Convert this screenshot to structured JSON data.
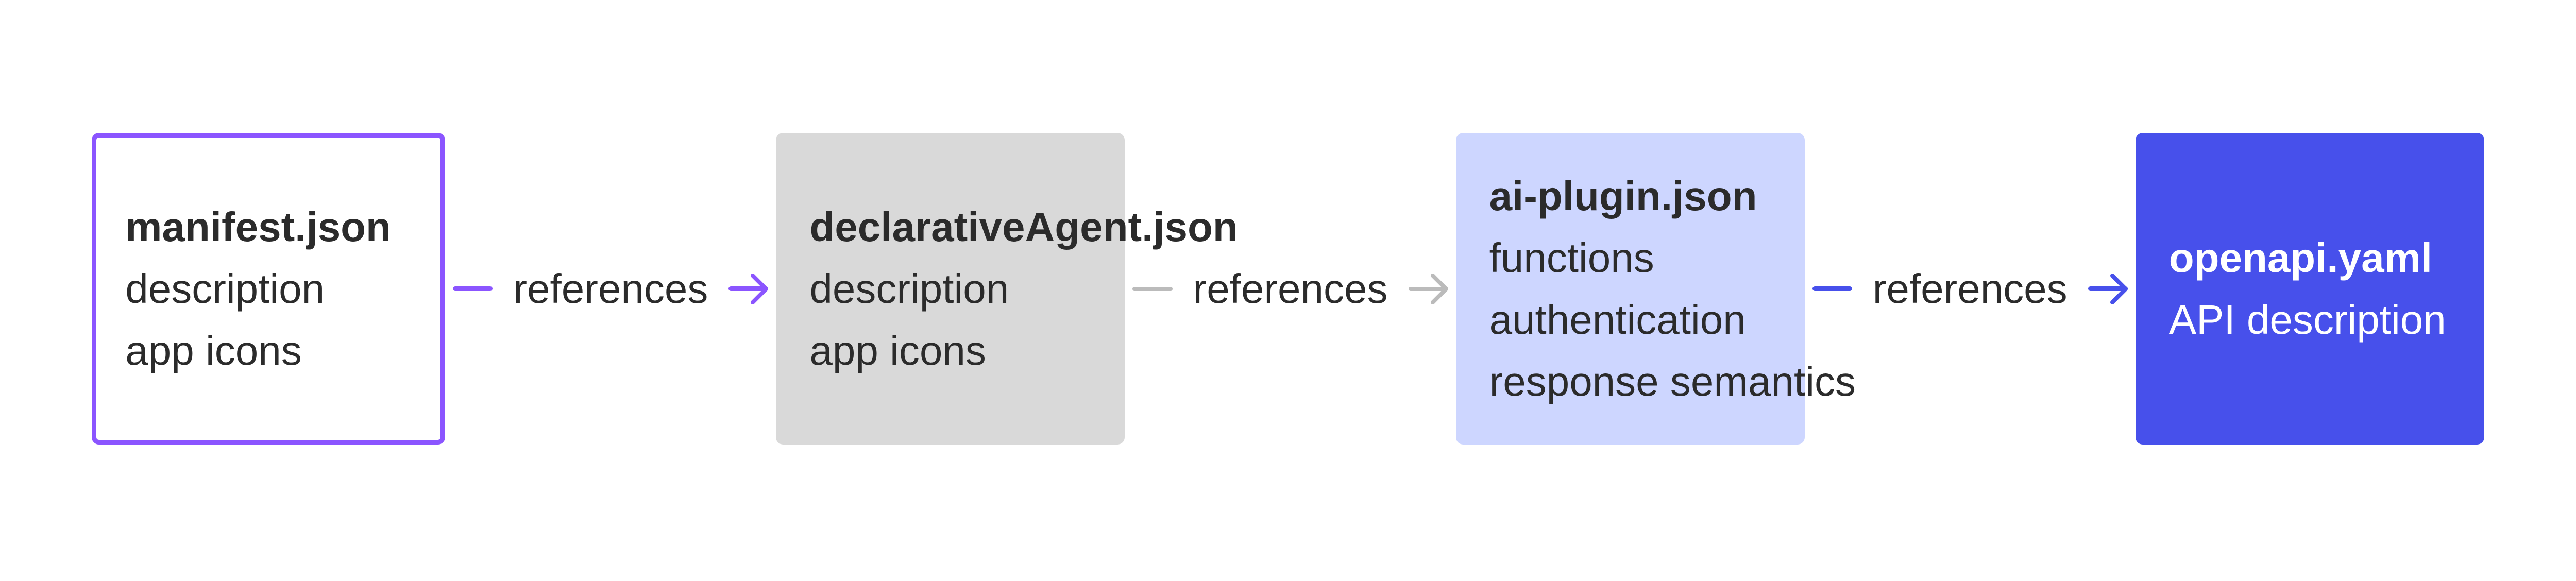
{
  "nodes": [
    {
      "title": "manifest.json",
      "lines": [
        "description",
        "app icons"
      ],
      "style": "white with purple border"
    },
    {
      "title": "declarativeAgent.json",
      "lines": [
        "description",
        "app icons"
      ],
      "fill": "#d9d9d9"
    },
    {
      "title": "ai-plugin.json",
      "lines": [
        "functions",
        "authentication",
        "response semantics"
      ],
      "fill": "#cdd6ff"
    },
    {
      "title": "openapi.yaml",
      "lines": [
        "API description"
      ],
      "fill": "#4750eb"
    }
  ],
  "edges": [
    {
      "from": "manifest.json",
      "to": "declarativeAgent.json",
      "label": "references",
      "color": "#8b55ff"
    },
    {
      "from": "declarativeAgent.json",
      "to": "ai-plugin.json",
      "label": "references",
      "color": "#bbbbbb"
    },
    {
      "from": "ai-plugin.json",
      "to": "openapi.yaml",
      "label": "references",
      "color": "#4750eb"
    }
  ]
}
